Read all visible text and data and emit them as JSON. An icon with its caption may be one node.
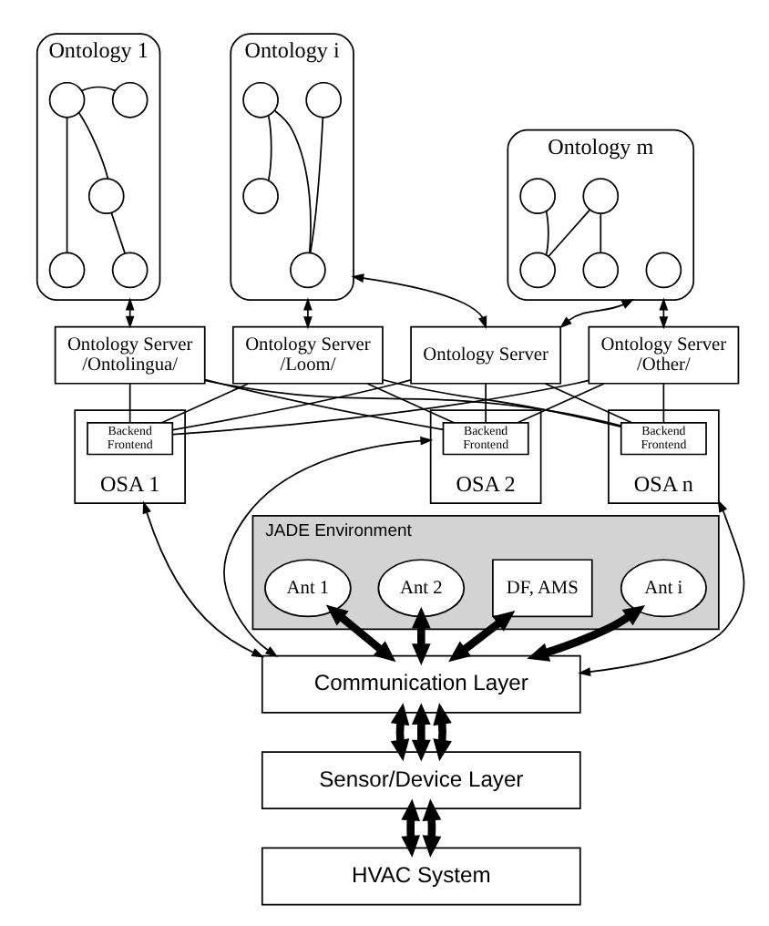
{
  "diagram": {
    "nodes": [
      {
        "text": [
          "Ontology 1"
        ]
      },
      {
        "text": [],
        "shape": "circle",
        "in": 0
      },
      {
        "text": [],
        "shape": "circle",
        "in": 0
      },
      {
        "text": [],
        "shape": "circle",
        "in": 0
      },
      {
        "text": [],
        "shape": "circle",
        "in": 0
      },
      {
        "text": [],
        "shape": "circle",
        "in": 0
      },
      {
        "text": [
          "Ontology i"
        ]
      },
      {
        "text": [],
        "shape": "circle",
        "in": 6
      },
      {
        "text": [],
        "shape": "circle",
        "in": 6
      },
      {
        "text": [],
        "shape": "circle",
        "in": 6
      },
      {
        "text": [],
        "shape": "circle",
        "in": 6
      },
      {
        "text": [
          "Ontology m"
        ]
      },
      {
        "text": [],
        "shape": "circle",
        "in": 11
      },
      {
        "text": [],
        "shape": "circle",
        "in": 11
      },
      {
        "text": [],
        "shape": "circle",
        "in": 11
      },
      {
        "text": [],
        "shape": "circle",
        "in": 11
      },
      {
        "text": [],
        "shape": "circle",
        "in": 11
      },
      {
        "text": [
          "Ontology Server",
          "/Ontolingua/"
        ]
      },
      {
        "text": [
          "Ontology Server",
          "/Loom/"
        ]
      },
      {
        "text": [
          "Ontology Server"
        ]
      },
      {
        "text": [
          "Ontology Server",
          "/Other/"
        ]
      },
      {
        "text": [
          "OSA 1"
        ]
      },
      {
        "text": [
          "Backend",
          "Frontend"
        ],
        "in": 21
      },
      {
        "text": [
          "OSA 2"
        ]
      },
      {
        "text": [
          "Backend",
          "Frontend"
        ],
        "in": 23
      },
      {
        "text": [
          "OSA n"
        ]
      },
      {
        "text": [
          "Backend",
          "Frontend"
        ],
        "in": 25
      },
      {
        "text": [
          "JADE Environment"
        ]
      },
      {
        "text": [
          "Ant 1"
        ],
        "in": 27
      },
      {
        "text": [
          "Ant 2"
        ],
        "in": 27
      },
      {
        "text": [
          "Ant i"
        ],
        "in": 27
      },
      {
        "text": [
          "DF, AMS"
        ],
        "in": 27
      },
      {
        "text": [
          "Communication Layer"
        ]
      },
      {
        "text": [
          "Sensor/Device Layer"
        ]
      },
      {
        "text": [
          "HVAC System"
        ]
      }
    ],
    "edges": [
      {
        "from": 1,
        "to": 2,
        "arrow": "none"
      },
      {
        "from": 3,
        "to": 1,
        "arrow": "none"
      },
      {
        "from": 3,
        "to": 5,
        "arrow": "none"
      },
      {
        "from": 1,
        "to": 4,
        "arrow": "none"
      },
      {
        "from": 7,
        "to": 9,
        "arrow": "none"
      },
      {
        "from": 7,
        "to": 10,
        "arrow": "none"
      },
      {
        "from": 10,
        "to": 8,
        "arrow": "none"
      },
      {
        "from": 12,
        "to": 14,
        "arrow": "none"
      },
      {
        "from": 14,
        "to": 13,
        "arrow": "none"
      },
      {
        "from": 13,
        "to": 15,
        "arrow": "none"
      },
      {
        "from": 0,
        "to": 17,
        "arrow": "both"
      },
      {
        "from": 6,
        "to": 18,
        "arrow": "both"
      },
      {
        "from": 6,
        "to": 19,
        "arrow": "both"
      },
      {
        "from": 11,
        "to": 19,
        "arrow": "both"
      },
      {
        "from": 11,
        "to": 20,
        "arrow": "both"
      },
      {
        "from": 17,
        "to": 22,
        "arrow": "none"
      },
      {
        "from": 17,
        "to": 24,
        "arrow": "none"
      },
      {
        "from": 17,
        "to": 26,
        "arrow": "none"
      },
      {
        "from": 18,
        "to": 22,
        "arrow": "none"
      },
      {
        "from": 18,
        "to": 24,
        "arrow": "none"
      },
      {
        "from": 18,
        "to": 26,
        "arrow": "none"
      },
      {
        "from": 19,
        "to": 22,
        "arrow": "none"
      },
      {
        "from": 19,
        "to": 24,
        "arrow": "none"
      },
      {
        "from": 19,
        "to": 26,
        "arrow": "none"
      },
      {
        "from": 20,
        "to": 22,
        "arrow": "none"
      },
      {
        "from": 20,
        "to": 24,
        "arrow": "none"
      },
      {
        "from": 20,
        "to": 26,
        "arrow": "none"
      },
      {
        "from": 21,
        "to": 32,
        "arrow": "both"
      },
      {
        "from": 23,
        "to": 32,
        "arrow": "both"
      },
      {
        "from": 25,
        "to": 32,
        "arrow": "both"
      },
      {
        "from": 28,
        "to": 32,
        "arrow": "both",
        "style": "thick"
      },
      {
        "from": 29,
        "to": 32,
        "arrow": "both",
        "style": "thick"
      },
      {
        "from": 30,
        "to": 32,
        "arrow": "both",
        "style": "thick"
      },
      {
        "from": 31,
        "to": 32,
        "arrow": "both",
        "style": "thick"
      },
      {
        "from": 32,
        "to": 33,
        "arrow": "both",
        "style": "thick"
      },
      {
        "from": 32,
        "to": 33,
        "arrow": "both",
        "style": "thick"
      },
      {
        "from": 32,
        "to": 33,
        "arrow": "both",
        "style": "thick"
      },
      {
        "from": 33,
        "to": 34,
        "arrow": "both",
        "style": "thick"
      },
      {
        "from": 33,
        "to": 34,
        "arrow": "both",
        "style": "thick"
      }
    ]
  }
}
